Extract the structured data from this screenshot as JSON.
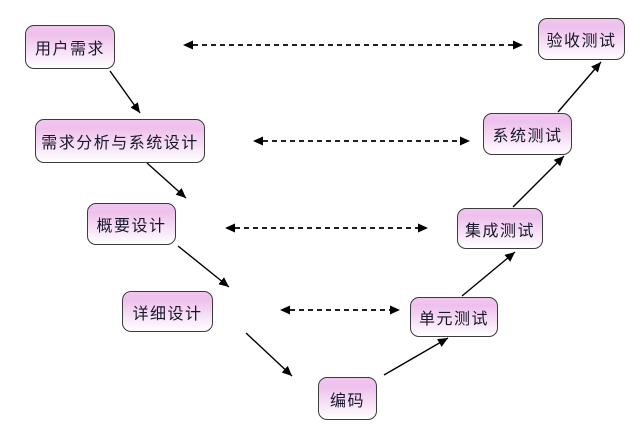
{
  "diagram": {
    "type": "v-model-flow",
    "nodes": [
      {
        "id": "user-requirements",
        "label": "用户需求"
      },
      {
        "id": "requirements-analysis-system-design",
        "label": "需求分析与系统设计"
      },
      {
        "id": "high-level-design",
        "label": "概要设计"
      },
      {
        "id": "detailed-design",
        "label": "详细设计"
      },
      {
        "id": "coding",
        "label": "编码"
      },
      {
        "id": "unit-testing",
        "label": "单元测试"
      },
      {
        "id": "integration-testing",
        "label": "集成测试"
      },
      {
        "id": "system-testing",
        "label": "系统测试"
      },
      {
        "id": "acceptance-testing",
        "label": "验收测试"
      }
    ],
    "solid_flows": [
      {
        "from": "用户需求",
        "to": "需求分析与系统设计"
      },
      {
        "from": "需求分析与系统设计",
        "to": "概要设计"
      },
      {
        "from": "概要设计",
        "to": "详细设计"
      },
      {
        "from": "详细设计",
        "to": "编码"
      },
      {
        "from": "编码",
        "to": "单元测试"
      },
      {
        "from": "单元测试",
        "to": "集成测试"
      },
      {
        "from": "集成测试",
        "to": "系统测试"
      },
      {
        "from": "系统测试",
        "to": "验收测试"
      }
    ],
    "dashed_links": [
      {
        "a": "用户需求",
        "b": "验收测试"
      },
      {
        "a": "需求分析与系统设计",
        "b": "系统测试"
      },
      {
        "a": "概要设计",
        "b": "集成测试"
      },
      {
        "a": "详细设计",
        "b": "单元测试"
      }
    ],
    "colors": {
      "node_fill_top": "#f2c6f0",
      "node_fill_mid": "#eec0ec",
      "node_fill_bottom": "#ffffff",
      "node_border": "#3c3c3c",
      "arrow": "#000000",
      "background": "#ffffff",
      "text": "#17172e"
    }
  }
}
